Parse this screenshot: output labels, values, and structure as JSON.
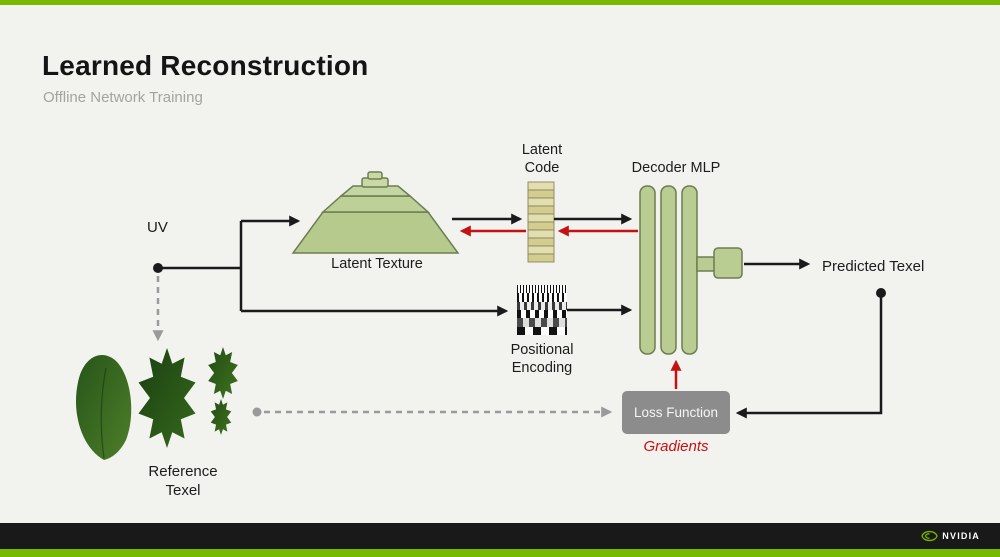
{
  "slide": {
    "title": "Learned Reconstruction",
    "subtitle": "Offline Network Training"
  },
  "diagram": {
    "uv_label": "UV",
    "latent_texture_label": "Latent Texture",
    "latent_code_label": [
      "Latent",
      "Code"
    ],
    "decoder_mlp_label": "Decoder MLP",
    "positional_encoding_label": [
      "Positional",
      "Encoding"
    ],
    "predicted_texel_label": "Predicted Texel",
    "loss_function_label": "Loss Function",
    "gradients_label": "Gradients",
    "reference_texel_label": [
      "Reference",
      "Texel"
    ]
  },
  "footer": {
    "brand": "NVIDIA"
  },
  "colors": {
    "accent_green": "#76b900",
    "shape_fill_green": "#b9cd92",
    "shape_stroke_green": "#6e7d51",
    "latent_code_fill": "#ddd9a6",
    "loss_box_gray": "#8c8c8c",
    "gradient_red": "#c41111",
    "dashed_gray": "#9a9a9a"
  }
}
